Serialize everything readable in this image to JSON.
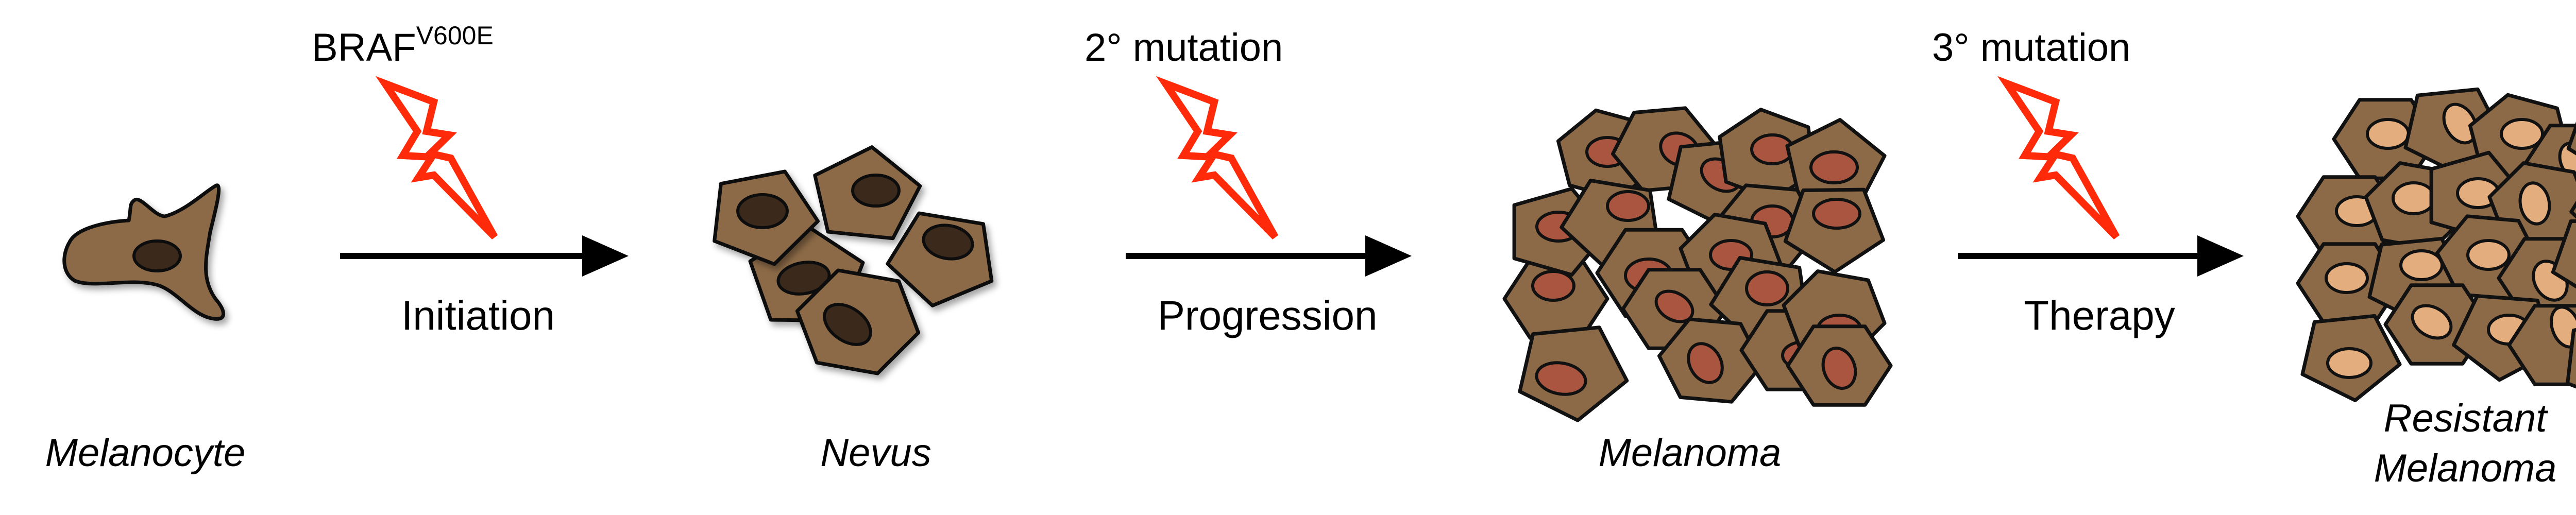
{
  "stages": [
    {
      "id": "melanocyte",
      "label_lines": [
        "Melanocyte"
      ]
    },
    {
      "id": "nevus",
      "label_lines": [
        "Nevus"
      ]
    },
    {
      "id": "melanoma",
      "label_lines": [
        "Melanoma"
      ]
    },
    {
      "id": "resistant",
      "label_lines": [
        "Resistant",
        "Melanoma"
      ]
    }
  ],
  "transitions": [
    {
      "id": "initiation",
      "step_label": "Initiation",
      "mutation": {
        "main": "BRAF",
        "superscript": "V600E"
      }
    },
    {
      "id": "progression",
      "step_label": "Progression",
      "mutation": {
        "main": "2° mutation",
        "superscript": ""
      }
    },
    {
      "id": "therapy",
      "step_label": "Therapy",
      "mutation": {
        "main": "3° mutation",
        "superscript": ""
      }
    }
  ],
  "colors": {
    "cell_body": "#8c6a47",
    "outline": "#111111",
    "nucleus_melanocyte": "#3a2a1c",
    "nucleus_nevus": "#3a2a1c",
    "nucleus_melanoma": "#a9553f",
    "nucleus_resistant": "#e4ad7e",
    "lightning": "#ff2a0a",
    "arrow": "#000000"
  },
  "icons": [
    "lightning-bolt-icon",
    "right-arrow-icon"
  ]
}
